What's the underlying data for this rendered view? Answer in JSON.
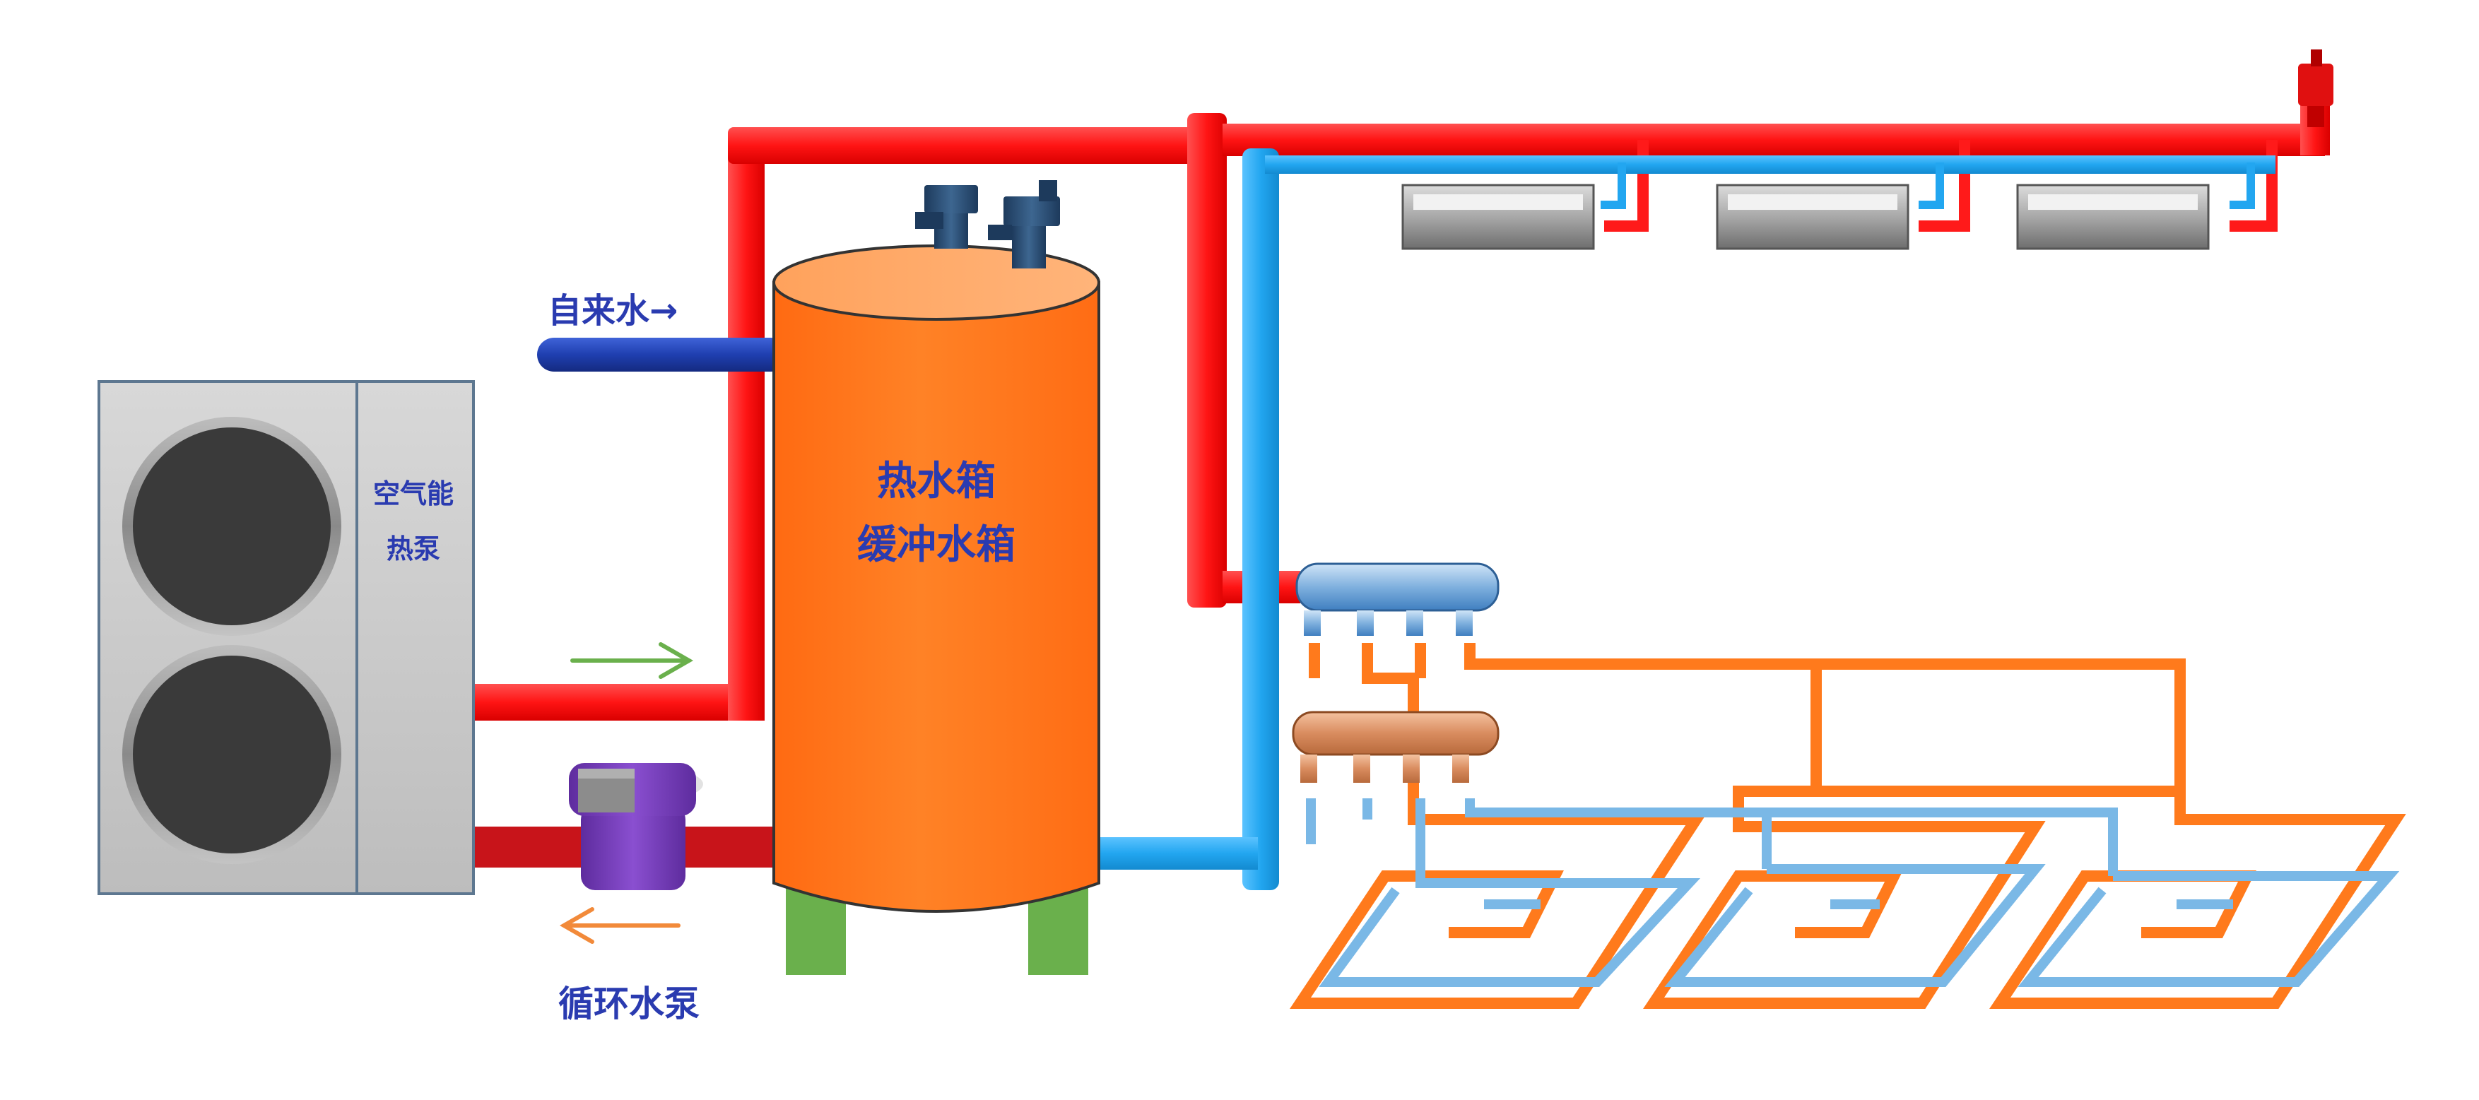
{
  "labels": {
    "heat_pump_line1": "空气能",
    "heat_pump_line2": "热泵",
    "tap_water": "自来水→",
    "tank_line1": "热水箱",
    "tank_line2": "缓冲水箱",
    "circ_pump": "循环水泵"
  },
  "colors": {
    "hot_pipe": "#ff1a1a",
    "cold_pipe": "#22a6f0",
    "tap_pipe": "#1f3fb0",
    "tank": "#ff7a1c",
    "tank_legs": "#6ab04c",
    "floor_hot": "#ff7a1c",
    "floor_cold": "#7ab8e6",
    "label_blue": "#2a3bb0",
    "pump_purple": "#7d3fbf",
    "unit_grey": "#c9c9c9",
    "fan_dark": "#3a3a3a",
    "arrow_green": "#6ab04c",
    "arrow_orange": "#f28a3a"
  }
}
